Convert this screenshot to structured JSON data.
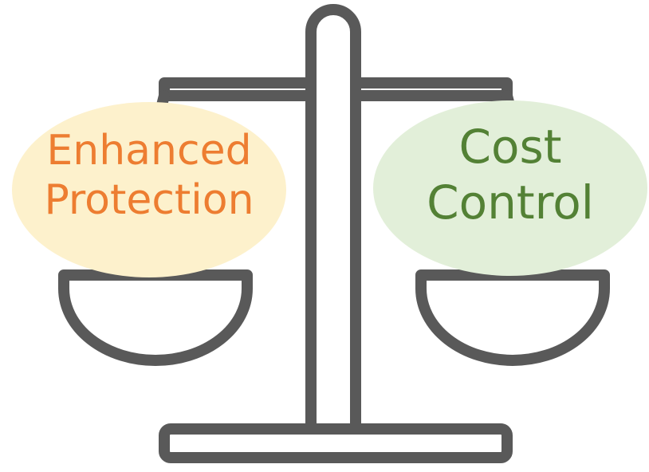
{
  "left_pan": {
    "label_line1": "Enhanced",
    "label_line2": "Protection",
    "fill_color": "#FDF1CC",
    "text_color": "#ED7D31"
  },
  "right_pan": {
    "label_line1": "Cost",
    "label_line2": "Control",
    "fill_color": "#E2EFD9",
    "text_color": "#538135"
  },
  "scale": {
    "icon": "balance-scale-icon",
    "outline_color": "#595959"
  }
}
